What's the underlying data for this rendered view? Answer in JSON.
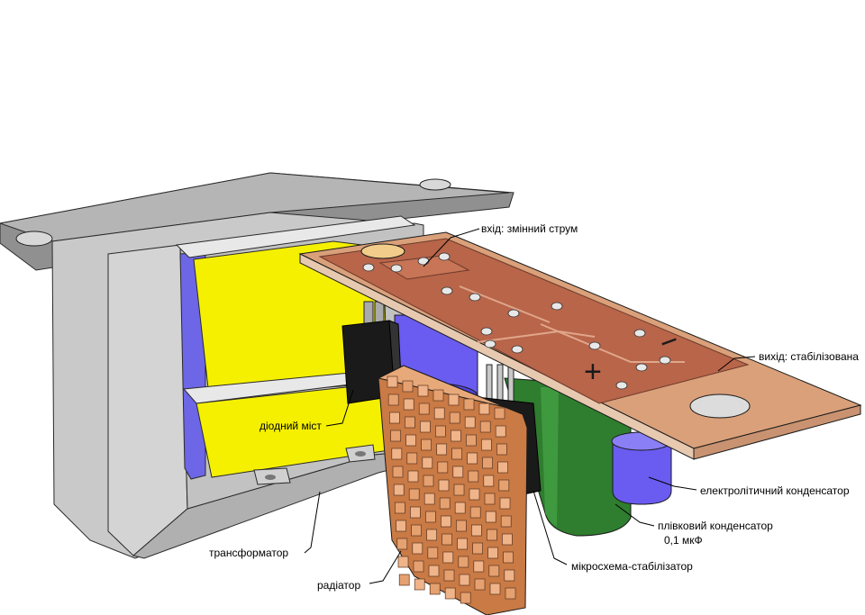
{
  "labels": {
    "input_ac": "вхід: змінний струм",
    "output_stabilized": "вихід: стабілізована",
    "diode_bridge": "діодний міст",
    "electrolytic_capacitor": "електролітичний конденсатор",
    "film_capacitor": "плівковий конденсатор",
    "film_capacitor_value": "0,1 мкФ",
    "regulator_ic": "мікросхема-стабілізатор",
    "heatsink": "радіатор",
    "transformer": "трансформатор"
  },
  "pcb_markings": {
    "plus": "+",
    "minus": "−"
  },
  "colors": {
    "pcb_board": "#d9a07a",
    "copper": "#b8654a",
    "core_steel": "#b9b9b9",
    "bracket": "#8e8e8e",
    "coil_yellow": "#f5f000",
    "coil_blue": "#6d66e6",
    "electrolytic": "#6a5cf0",
    "film_cap": "#2f7d2f",
    "heatsink": "#e49a62",
    "ic_black": "#1a1a1a"
  }
}
